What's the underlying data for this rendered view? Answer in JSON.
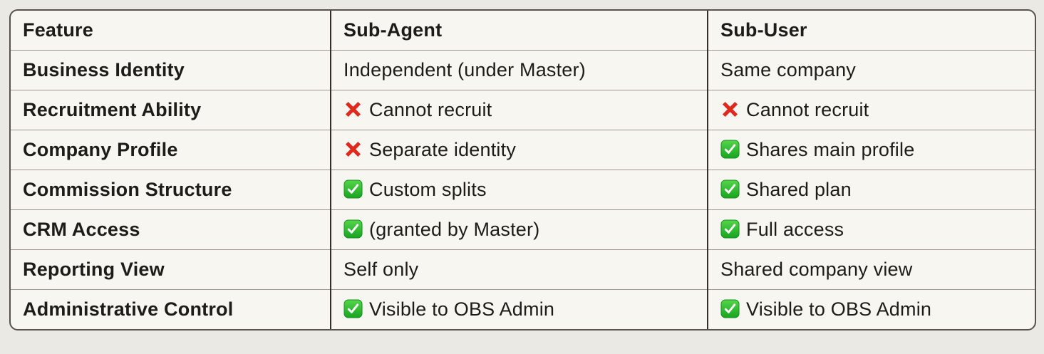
{
  "chart_data": {
    "type": "table",
    "columns": [
      "Feature",
      "Sub-Agent",
      "Sub-User"
    ],
    "rows": [
      {
        "feature": "Business Identity",
        "sub_agent": {
          "icon": null,
          "text": "Independent (under Master)"
        },
        "sub_user": {
          "icon": null,
          "text": "Same company"
        }
      },
      {
        "feature": "Recruitment Ability",
        "sub_agent": {
          "icon": "cross",
          "text": "Cannot recruit"
        },
        "sub_user": {
          "icon": "cross",
          "text": "Cannot recruit"
        }
      },
      {
        "feature": "Company Profile",
        "sub_agent": {
          "icon": "cross",
          "text": "Separate identity"
        },
        "sub_user": {
          "icon": "check",
          "text": "Shares main profile"
        }
      },
      {
        "feature": "Commission Structure",
        "sub_agent": {
          "icon": "check",
          "text": "Custom splits"
        },
        "sub_user": {
          "icon": "check",
          "text": "Shared plan"
        }
      },
      {
        "feature": "CRM Access",
        "sub_agent": {
          "icon": "check",
          "text": "(granted by Master)"
        },
        "sub_user": {
          "icon": "check",
          "text": "Full access"
        }
      },
      {
        "feature": "Reporting View",
        "sub_agent": {
          "icon": null,
          "text": "Self only"
        },
        "sub_user": {
          "icon": null,
          "text": "Shared company view"
        }
      },
      {
        "feature": "Administrative Control",
        "sub_agent": {
          "icon": "check",
          "text": "Visible to OBS Admin"
        },
        "sub_user": {
          "icon": "check",
          "text": "Visible to OBS Admin"
        }
      }
    ],
    "colors": {
      "page_background": "#ebe9e3",
      "cell_background": "#f8f6f1",
      "text": "#1e1c18",
      "outer_border": "#56534e",
      "column_line": "#33302b",
      "row_line": "#9b9792",
      "cross_red": "#df291d",
      "check_green_top": "#55d54b",
      "check_green_bottom": "#17a321"
    }
  }
}
